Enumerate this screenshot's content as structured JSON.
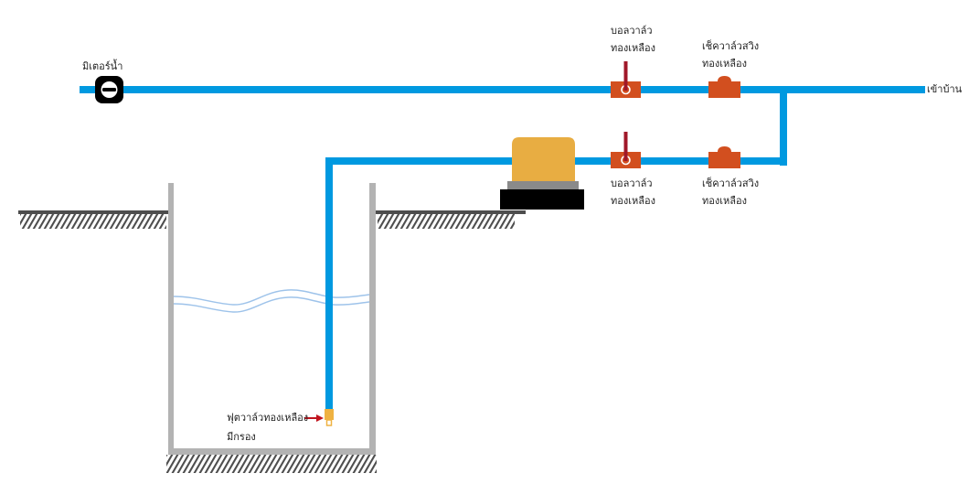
{
  "diagram": {
    "title": "",
    "colors": {
      "pipe": "#0099e0",
      "valve_body": "#d24f1f",
      "valve_handle": "#a0182a",
      "pump_body": "#e8ad42",
      "pump_plate": "#8a8a8a",
      "pump_base": "#000000",
      "well_wall": "#b3b3b3",
      "ground": "#4d4d4d",
      "water_line": "#9ec3ea",
      "arrow": "#c0141e",
      "foot_valve": "#efb242",
      "meter_box": "#000000"
    },
    "labels": {
      "water_meter": "มิเตอร์น้ำ",
      "to_house": "เข้าบ้าน",
      "top_ball_valve_line1": "บอลวาล์ว",
      "top_ball_valve_line2": "ทองเหลือง",
      "top_check_valve_line1": "เช็ควาล์วสวิง",
      "top_check_valve_line2": "ทองเหลือง",
      "bottom_ball_valve_line1": "บอลวาล์ว",
      "bottom_ball_valve_line2": "ทองเหลือง",
      "bottom_check_valve_line1": "เช็ควาล์วสวิง",
      "bottom_check_valve_line2": "ทองเหลือง",
      "foot_valve_line1": "ฟุตวาล์วทองเหลือง",
      "foot_valve_line2": "มีกรอง"
    },
    "components": [
      {
        "id": "water-meter",
        "type": "water meter"
      },
      {
        "id": "top-ball-valve",
        "type": "brass ball valve"
      },
      {
        "id": "top-check-valve",
        "type": "brass swing check valve"
      },
      {
        "id": "pump",
        "type": "water pump"
      },
      {
        "id": "bottom-ball-valve",
        "type": "brass ball valve"
      },
      {
        "id": "bottom-check-valve",
        "type": "brass swing check valve"
      },
      {
        "id": "foot-valve",
        "type": "brass foot valve with strainer"
      },
      {
        "id": "well",
        "type": "well / water tank"
      }
    ]
  }
}
